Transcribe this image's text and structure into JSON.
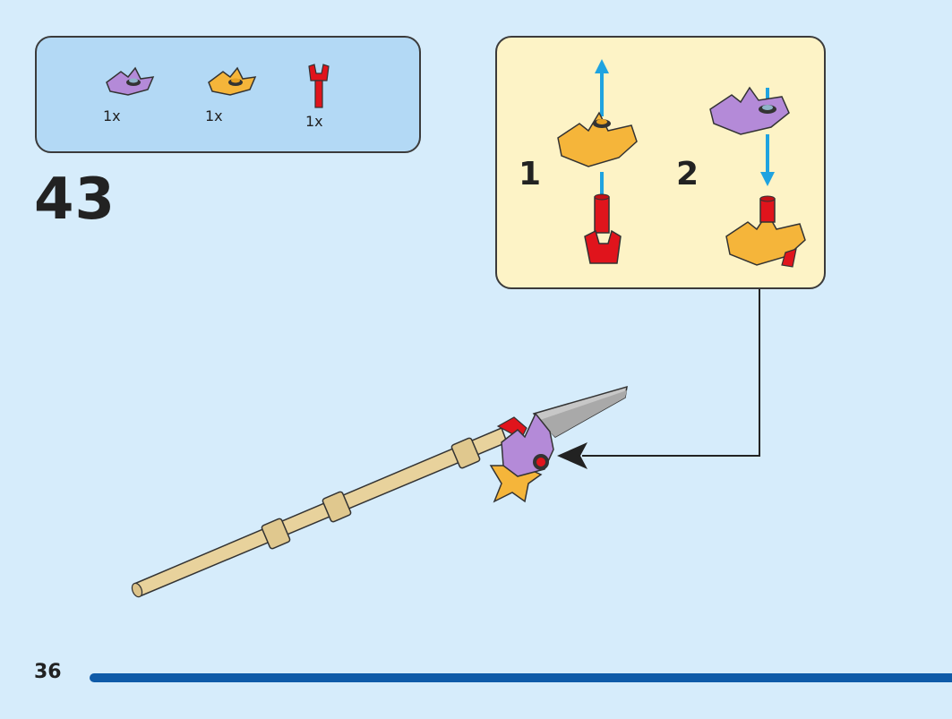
{
  "parts_list": {
    "items": [
      {
        "name": "purple-leaf-plate",
        "color": "#b48ad8",
        "quantity": "1x"
      },
      {
        "name": "orange-leaf-plate",
        "color": "#f5b53a",
        "quantity": "1x"
      },
      {
        "name": "red-clip-bar",
        "color": "#e0141c",
        "quantity": "1x"
      }
    ]
  },
  "step": {
    "number": "43"
  },
  "sub_steps": [
    {
      "number": "1"
    },
    {
      "number": "2"
    }
  ],
  "colors": {
    "background": "#d6ecfb",
    "parts_box": "#b3d9f5",
    "substep_box": "#fdf3c6",
    "arrow_blue": "#1fa3e0",
    "progress": "#0f5ba8"
  },
  "footer": {
    "page_number": "36"
  }
}
